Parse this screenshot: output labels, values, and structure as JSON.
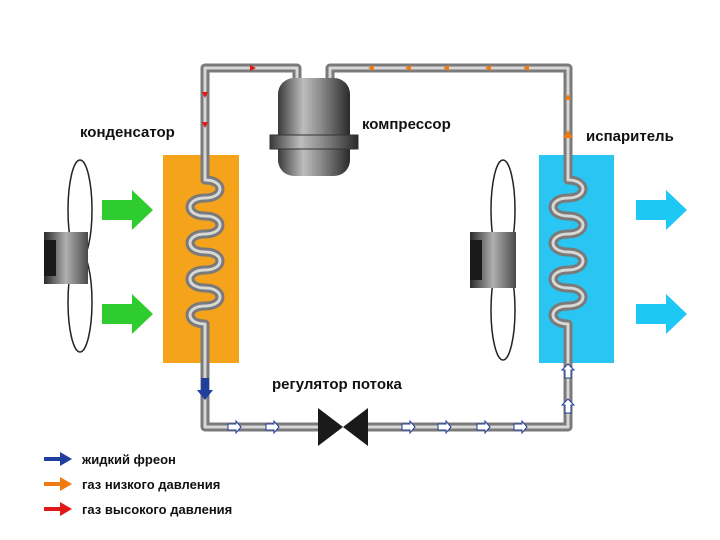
{
  "labels": {
    "condenser": "конденсатор",
    "compressor": "компрессор",
    "evaporator": "испаритель",
    "flow_regulator": "регулятор потока"
  },
  "legend": [
    {
      "text": "жидкий фреон",
      "color": "#1f3f9a"
    },
    {
      "text": "газ низкого давления",
      "color": "#f07a10"
    },
    {
      "text": "газ высокого давления",
      "color": "#e01818"
    }
  ],
  "colors": {
    "condenser": "#f5a31a",
    "evaporator": "#29c6f3",
    "pipe": "#7d7d7d",
    "air_in": "#2ecc2e",
    "air_out": "#1ec8f5"
  }
}
